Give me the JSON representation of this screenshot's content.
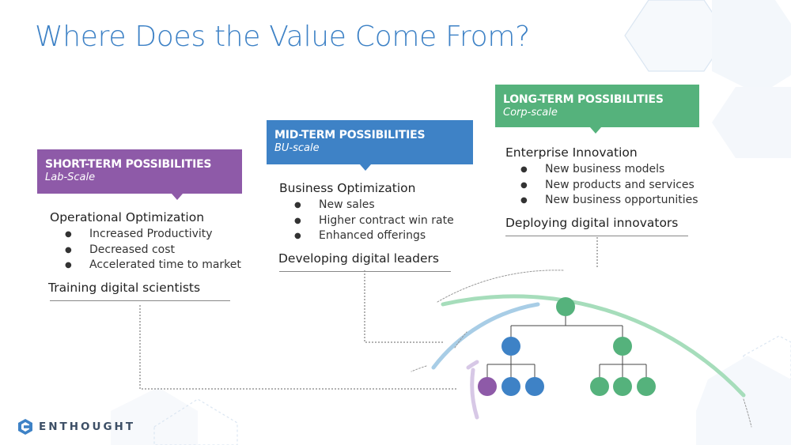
{
  "title": "Where Does the Value Come From?",
  "colors": {
    "short": "#8e5aa8",
    "mid": "#3e82c6",
    "long": "#55b27c",
    "title": "#3e82c6"
  },
  "columns": {
    "short": {
      "header_title": "SHORT-TERM POSSIBILITIES",
      "header_subtitle": "Lab-Scale",
      "heading": "Operational Optimization",
      "bullets": [
        "Increased Productivity",
        "Decreased cost",
        "Accelerated time to market"
      ],
      "footer": "Training digital scientists"
    },
    "mid": {
      "header_title": "MID-TERM POSSIBILITIES",
      "header_subtitle": "BU-scale",
      "heading": "Business Optimization",
      "bullets": [
        "New sales",
        "Higher contract win rate",
        "Enhanced offerings"
      ],
      "footer": "Developing digital leaders"
    },
    "long": {
      "header_title": "LONG-TERM POSSIBILITIES",
      "header_subtitle": "Corp-scale",
      "heading": "Enterprise Innovation",
      "bullets": [
        "New business models",
        "New products and services",
        "New business opportunities"
      ],
      "footer": "Deploying digital innovators"
    }
  },
  "bullet_glyph": "●",
  "logo": {
    "text": "ENTHOUGHT",
    "icon": "enthought-logo-icon"
  }
}
